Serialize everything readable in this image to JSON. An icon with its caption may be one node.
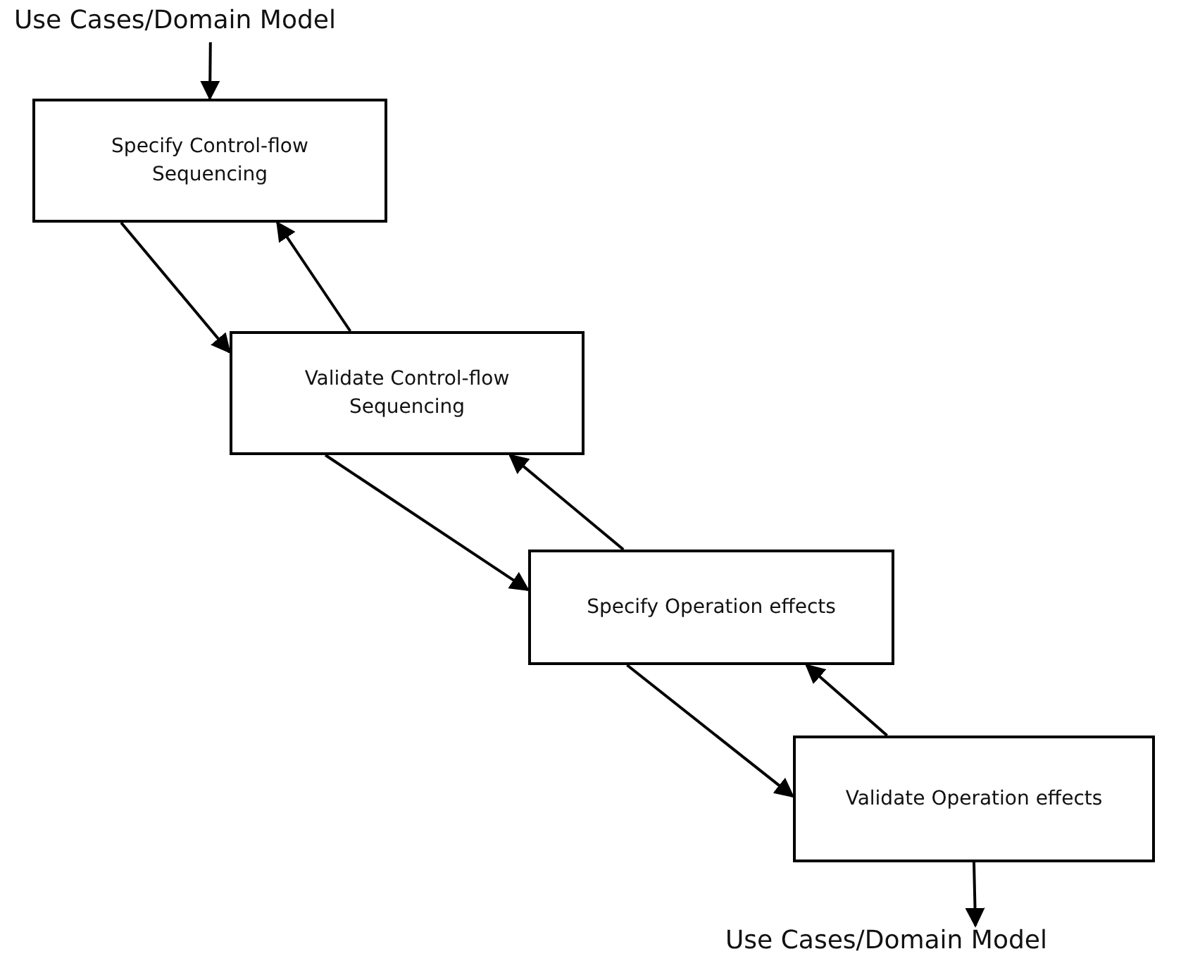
{
  "diagram": {
    "nodes": [
      {
        "text": [
          "Use Cases/Domain Model"
        ]
      },
      {
        "text": [
          "Specify Control-flow Sequencing"
        ]
      },
      {
        "text": [
          "Validate Control-flow Sequencing"
        ]
      },
      {
        "text": [
          "Specify Operation effects"
        ]
      },
      {
        "text": [
          "Validate Operation effects"
        ]
      },
      {
        "text": [
          "Use Cases/Domain Model"
        ]
      }
    ],
    "edges": [
      {
        "from": 0,
        "to": 1,
        "arrow": "to"
      },
      {
        "from": 1,
        "to": 2,
        "arrow": "to"
      },
      {
        "from": 2,
        "to": 1,
        "arrow": "to"
      },
      {
        "from": 2,
        "to": 3,
        "arrow": "to"
      },
      {
        "from": 3,
        "to": 2,
        "arrow": "to"
      },
      {
        "from": 3,
        "to": 4,
        "arrow": "to"
      },
      {
        "from": 4,
        "to": 3,
        "arrow": "to"
      },
      {
        "from": 4,
        "to": 5,
        "arrow": "to"
      }
    ]
  }
}
